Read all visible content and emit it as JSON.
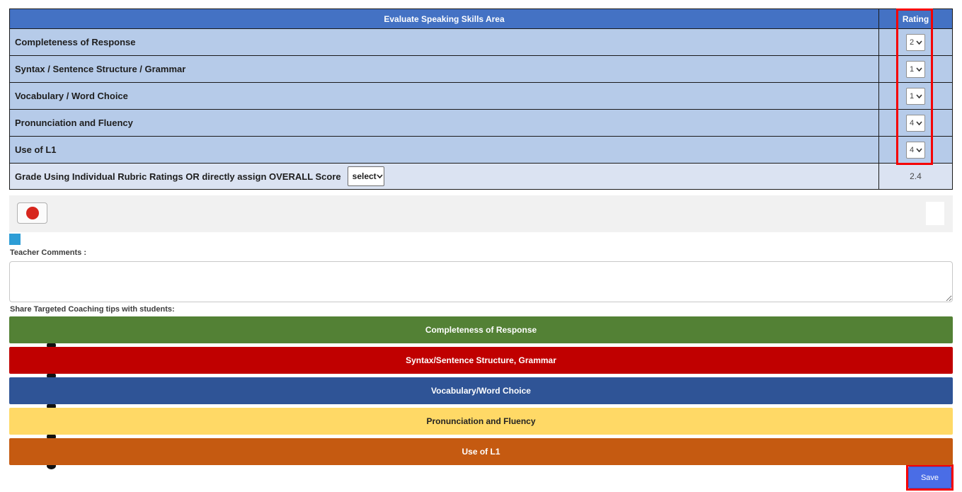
{
  "rubric_table": {
    "area_header": "Evaluate Speaking Skills Area",
    "rating_header": "Rating",
    "rows": [
      {
        "label": "Completeness of Response",
        "rating": "2"
      },
      {
        "label": "Syntax / Sentence Structure / Grammar",
        "rating": "1"
      },
      {
        "label": "Vocabulary / Word Choice",
        "rating": "1"
      },
      {
        "label": "Pronunciation and Fluency",
        "rating": "4"
      },
      {
        "label": "Use of L1",
        "rating": "4"
      }
    ],
    "grade_row": {
      "label": "Grade Using Individual Rubric Ratings OR directly assign OVERALL Score",
      "select_value": "select",
      "overall_score": "2.4"
    },
    "colors": {
      "header_bg": "#4472c4",
      "row_bg": "#b6cbe9",
      "grade_row_bg": "#dbe3f2",
      "highlight_box": "#f50000"
    }
  },
  "recorder": {
    "record_icon_color": "#d7261d",
    "strip_bg": "#f1f1f1",
    "blue_square_color": "#2d9dd6"
  },
  "comments": {
    "label": "Teacher Comments :",
    "value": ""
  },
  "coaching": {
    "label": "Share Targeted Coaching tips with students:",
    "tips": [
      {
        "label": "Completeness of Response",
        "color": "#538135",
        "text_color": "#ffffff"
      },
      {
        "label": "Syntax/Sentence Structure, Grammar",
        "color": "#c00000",
        "text_color": "#ffffff"
      },
      {
        "label": "Vocabulary/Word Choice",
        "color": "#2f5496",
        "text_color": "#ffffff"
      },
      {
        "label": "Pronunciation and Fluency",
        "color": "#ffd966",
        "text_color": "#222222"
      },
      {
        "label": "Use of L1",
        "color": "#c55a11",
        "text_color": "#ffffff"
      }
    ]
  },
  "save": {
    "label": "Save",
    "color": "#4a6de6"
  }
}
